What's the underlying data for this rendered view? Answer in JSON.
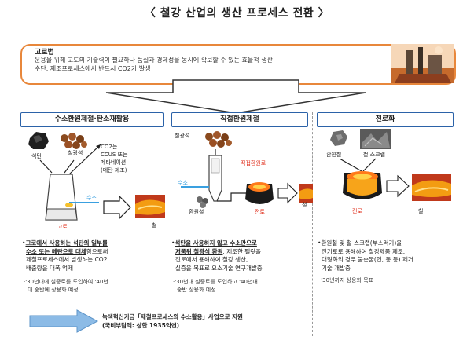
{
  "title": "〈 철강 산업의 생산 프로세스 전환 〉",
  "blast_furnace": {
    "heading": "고로법",
    "desc_line1": "운용을 위해 고도의 기술력이 필요하나 품질과 경제성을 동시에 확보할 수 있는 효율적 생산",
    "desc_line2": "수단. 제조프로세스에서 반드시 CO2가 발생"
  },
  "col1": {
    "header": "수소환원제철·탄소재활용",
    "label_coal": "석탄",
    "label_ore": "철광석",
    "label_co2_1": "CO2는",
    "label_co2_2": "CCUS 또는",
    "label_co2_3": "메타네이션",
    "label_co2_4": "(메탄 제조)",
    "label_hydrogen": "수소",
    "label_furnace": "고로",
    "label_iron": "철",
    "bullet1_part1": "고로에서 사용하는 석탄의 일부를",
    "bullet1_part2": "수소 또는 메탄으로 대체",
    "bullet1_part3": "함으로써",
    "bullet1_line3": "제철프로세스에서 발생하는 CO2",
    "bullet1_line4": "배출량을 대폭 억제",
    "note_line1": "'30년대에 실증로를 도입하여 '40년",
    "note_line2": "대 중반에 상용화 예정"
  },
  "col2": {
    "header": "직접환원제철",
    "label_ore": "철광석",
    "label_direct": "직접환원로",
    "label_hydrogen": "수소",
    "label_reduced": "환원철",
    "label_eaf": "전로",
    "label_iron": "철",
    "bullet1_part1": "석탄을 사용하지 않고 수소만으로",
    "bullet1_part2": "저품위 철광석 환원",
    "bullet1_part3": ", 제조한 펠릿을",
    "bullet1_line3": "전로에서 용해하여 철강 생산,",
    "bullet1_line4": "실증을 목표로 요소기술 연구개발중",
    "note_line1": "'30년대 실증로를 도입하고 '40년대",
    "note_line2": "중반 상용화 예정"
  },
  "col3": {
    "header": "전로화",
    "label_reduced": "환원철",
    "label_scrap": "철 스크랩",
    "label_eaf": "전로",
    "label_iron": "철",
    "bullet1_line1": "환원철 및 철 스크랩(부스러기)을",
    "bullet1_line2": "전기로로 용해하여 철강제품 제조.",
    "bullet1_line3": "대형화의 경우 불순물(인, 동 등) 제거",
    "bullet1_line4": "기술 개발중",
    "note_line1": "'30년까지 상용화 목표"
  },
  "bottom": {
    "line1": "녹색혁신기금「제철프로세스의 수소활용」사업으로 지원",
    "line2": "(국비부담액: 상한 1935억엔)"
  },
  "colors": {
    "accent_orange": "#e8873b",
    "header_blue": "#2b62a8",
    "arrow_blue": "#7fb2e0",
    "hydrogen_blue": "#3aa0e0",
    "molten_orange": "#f39c12",
    "furnace_red": "#e0301e"
  }
}
